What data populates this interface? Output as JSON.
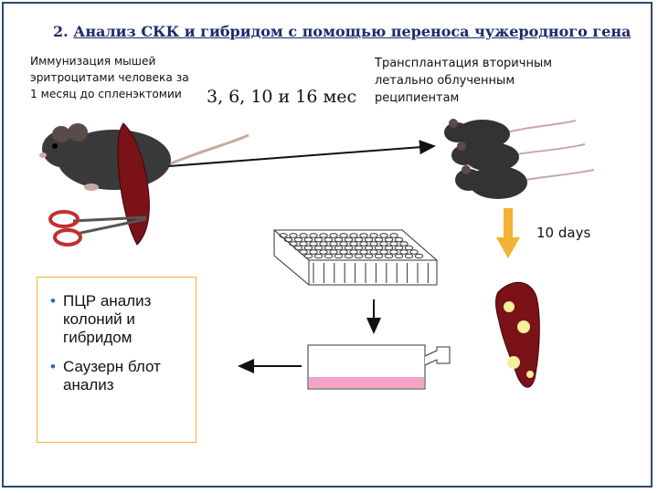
{
  "title": {
    "number": "2.",
    "text": "Анализ СКК и гибридом с помощью переноса чужеродного гена"
  },
  "left_label": "Иммунизация мышей эритроцитами человека за 1 месяц до спленэктомии",
  "months_label": "3, 6, 10 и 16 мес",
  "right_label": "Трансплантация вторичным летально облученным реципиентам",
  "days_label": "10 days",
  "analysis": {
    "items": [
      "ПЦР анализ колоний и гибридом",
      "Саузерн блот анализ"
    ]
  },
  "colors": {
    "title": "#1a2b6b",
    "spleen": "#7a1218",
    "arrow_yellow": "#f2b233",
    "box_border": "#f2b233",
    "medium_pink": "#f5a3c7"
  }
}
